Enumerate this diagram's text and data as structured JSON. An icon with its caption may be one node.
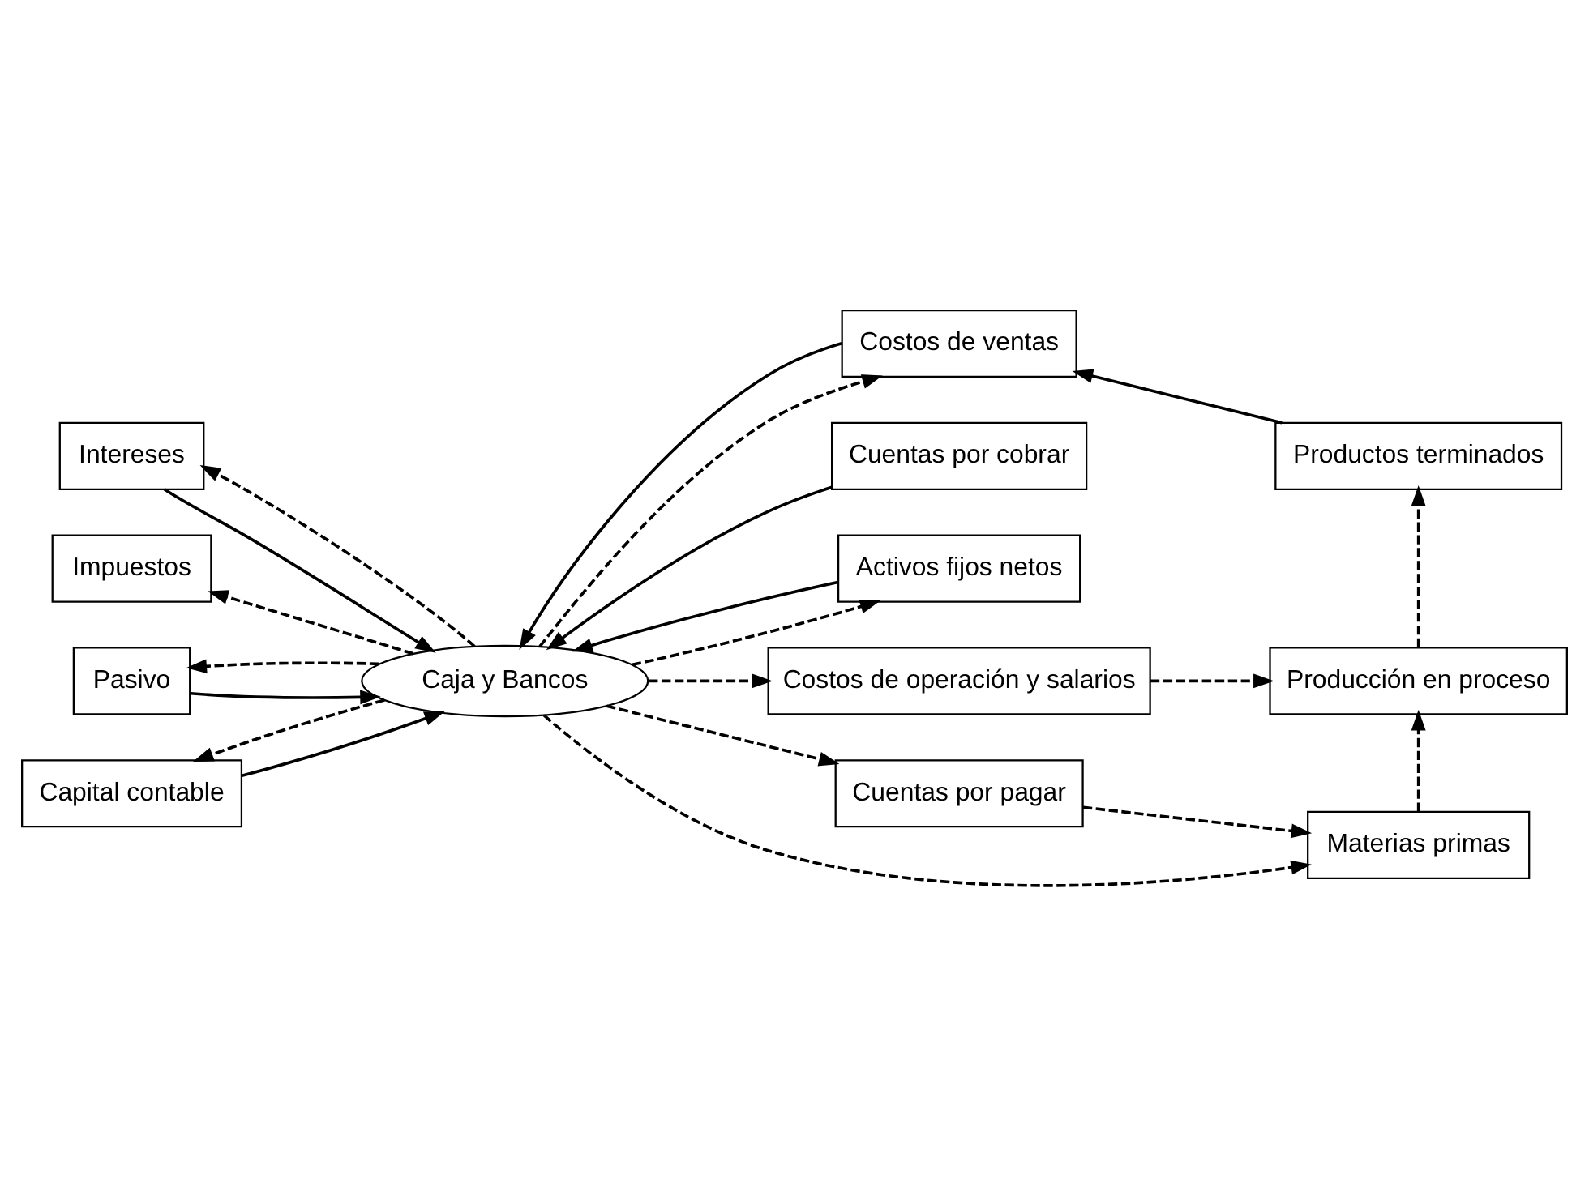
{
  "diagram": {
    "nodes": [
      {
        "text": [
          "Costos de ventas"
        ]
      },
      {
        "text": [
          "Productos terminados"
        ]
      },
      {
        "text": [
          "Intereses"
        ]
      },
      {
        "text": [
          "Cuentas por cobrar"
        ]
      },
      {
        "text": [
          "Impuestos"
        ]
      },
      {
        "text": [
          "Activos fijos netos"
        ]
      },
      {
        "text": [
          "Caja y Bancos"
        ]
      },
      {
        "text": [
          "Pasivo"
        ]
      },
      {
        "text": [
          "Costos de operación y salarios"
        ]
      },
      {
        "text": [
          "Producción en proceso"
        ]
      },
      {
        "text": [
          "Capital contable"
        ]
      },
      {
        "text": [
          "Cuentas por pagar"
        ]
      },
      {
        "text": [
          "Materias primas"
        ]
      }
    ],
    "edges": [
      {
        "from": 2,
        "to": 6,
        "arrow": "to"
      },
      {
        "from": 0,
        "to": 6,
        "arrow": "to"
      },
      {
        "from": 3,
        "to": 6,
        "arrow": "to"
      },
      {
        "from": 5,
        "to": 6,
        "arrow": "to"
      },
      {
        "from": 7,
        "to": 6,
        "arrow": "to"
      },
      {
        "from": 10,
        "to": 6,
        "arrow": "to"
      },
      {
        "from": 1,
        "to": 0,
        "arrow": "to"
      },
      {
        "from": 6,
        "to": 2,
        "arrow": "to",
        "style": "dashed"
      },
      {
        "from": 6,
        "to": 4,
        "arrow": "to",
        "style": "dashed"
      },
      {
        "from": 6,
        "to": 7,
        "arrow": "to",
        "style": "dashed"
      },
      {
        "from": 6,
        "to": 10,
        "arrow": "to",
        "style": "dashed"
      },
      {
        "from": 6,
        "to": 0,
        "arrow": "to",
        "style": "dashed"
      },
      {
        "from": 6,
        "to": 5,
        "arrow": "to",
        "style": "dashed"
      },
      {
        "from": 6,
        "to": 8,
        "arrow": "to",
        "style": "dashed"
      },
      {
        "from": 6,
        "to": 11,
        "arrow": "to",
        "style": "dashed"
      },
      {
        "from": 6,
        "to": 12,
        "arrow": "to",
        "style": "dashed"
      },
      {
        "from": 8,
        "to": 9,
        "arrow": "to",
        "style": "dashed"
      },
      {
        "from": 11,
        "to": 12,
        "arrow": "to",
        "style": "dashed"
      },
      {
        "from": 12,
        "to": 9,
        "arrow": "to",
        "style": "dashed"
      },
      {
        "from": 9,
        "to": 1,
        "arrow": "to",
        "style": "dashed"
      }
    ]
  }
}
